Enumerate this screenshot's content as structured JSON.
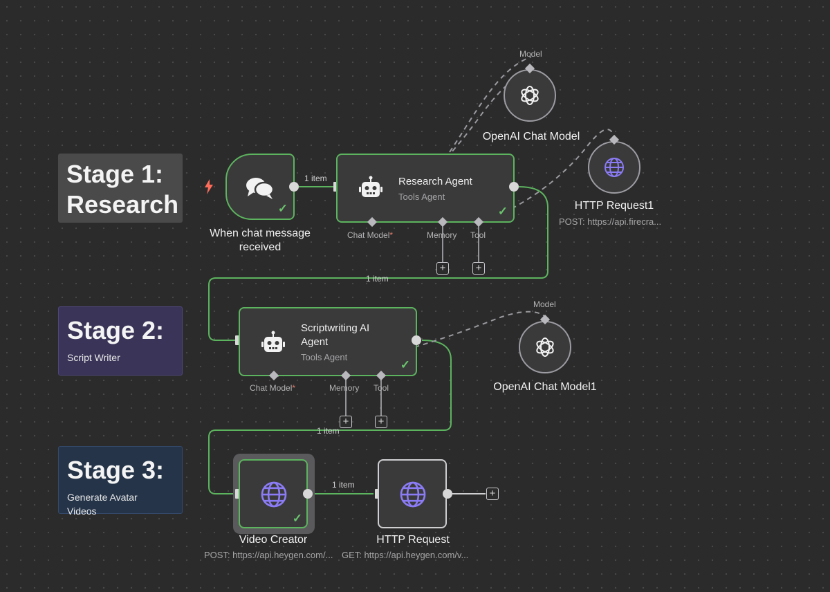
{
  "stages": [
    {
      "title": "Stage 1:\nResearch",
      "subtitle": "",
      "bg": "#4a4a4a"
    },
    {
      "title": "Stage 2:",
      "subtitle": "Script Writer",
      "bg": "#3a3458"
    },
    {
      "title": "Stage 3:",
      "subtitle": "Generate Avatar Videos",
      "bg": "#253449"
    }
  ],
  "trigger": {
    "label": "When chat message received"
  },
  "research_agent": {
    "title": "Research Agent",
    "subtitle": "Tools Agent",
    "port_chat": "Chat Model",
    "port_memory": "Memory",
    "port_tool": "Tool",
    "required_mark": "*"
  },
  "script_agent": {
    "title": "Scriptwriting AI Agent",
    "subtitle": "Tools Agent",
    "port_chat": "Chat Model",
    "port_memory": "Memory",
    "port_tool": "Tool",
    "required_mark": "*"
  },
  "openai1": {
    "label": "OpenAI Chat Model",
    "port": "Model"
  },
  "openai2": {
    "label": "OpenAI Chat Model1",
    "port": "Model"
  },
  "http1": {
    "label": "HTTP Request1",
    "sub": "POST: https://api.firecra..."
  },
  "video_creator": {
    "label": "Video Creator",
    "sub": "POST: https://api.heygen.com/..."
  },
  "http_request": {
    "label": "HTTP Request",
    "sub": "GET: https://api.heygen.com/v..."
  },
  "connections": {
    "c1": "1 item",
    "c2": "1 item",
    "c3": "1 item",
    "c4": "1 item"
  },
  "colors": {
    "success": "#5db45f",
    "accent_globe": "#8b7cf6",
    "trigger_bolt": "#ff6d5a"
  },
  "icons": {
    "trigger": "chat-bubbles-icon",
    "agent": "robot-icon",
    "model": "openai-icon",
    "http": "globe-icon"
  }
}
